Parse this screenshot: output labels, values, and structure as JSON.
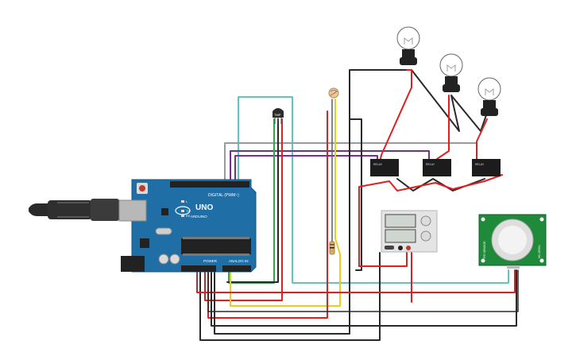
{
  "arduino": {
    "board_label": "UNO",
    "brand": "ARDUINO",
    "digital_label": "DIGITAL (PWM~)",
    "power_label": "POWER",
    "analog_label": "ANALOG IN",
    "led_labels": [
      "L",
      "TX",
      "RX"
    ],
    "chip_label": ""
  },
  "sensor": {
    "temp_label": "TMP"
  },
  "relays": [
    {
      "label": "RELAY"
    },
    {
      "label": "RELAY"
    },
    {
      "label": "RELAY"
    }
  ],
  "pir": {
    "left_label": "PIR SENSOR",
    "right_label": "HC-SR501"
  },
  "power_supply": {
    "display_top": "",
    "display_bottom": ""
  },
  "colors": {
    "board": "#1f6fa6",
    "wire_red": "#e02020",
    "wire_black": "#2a2a2a",
    "wire_cyan": "#5cc6c6",
    "wire_purple": "#7a2d9a",
    "wire_green": "#2ea84a",
    "wire_yellow": "#e8cf1a",
    "wire_grey": "#9a9a9a",
    "pir_board": "#1f8a3a"
  }
}
